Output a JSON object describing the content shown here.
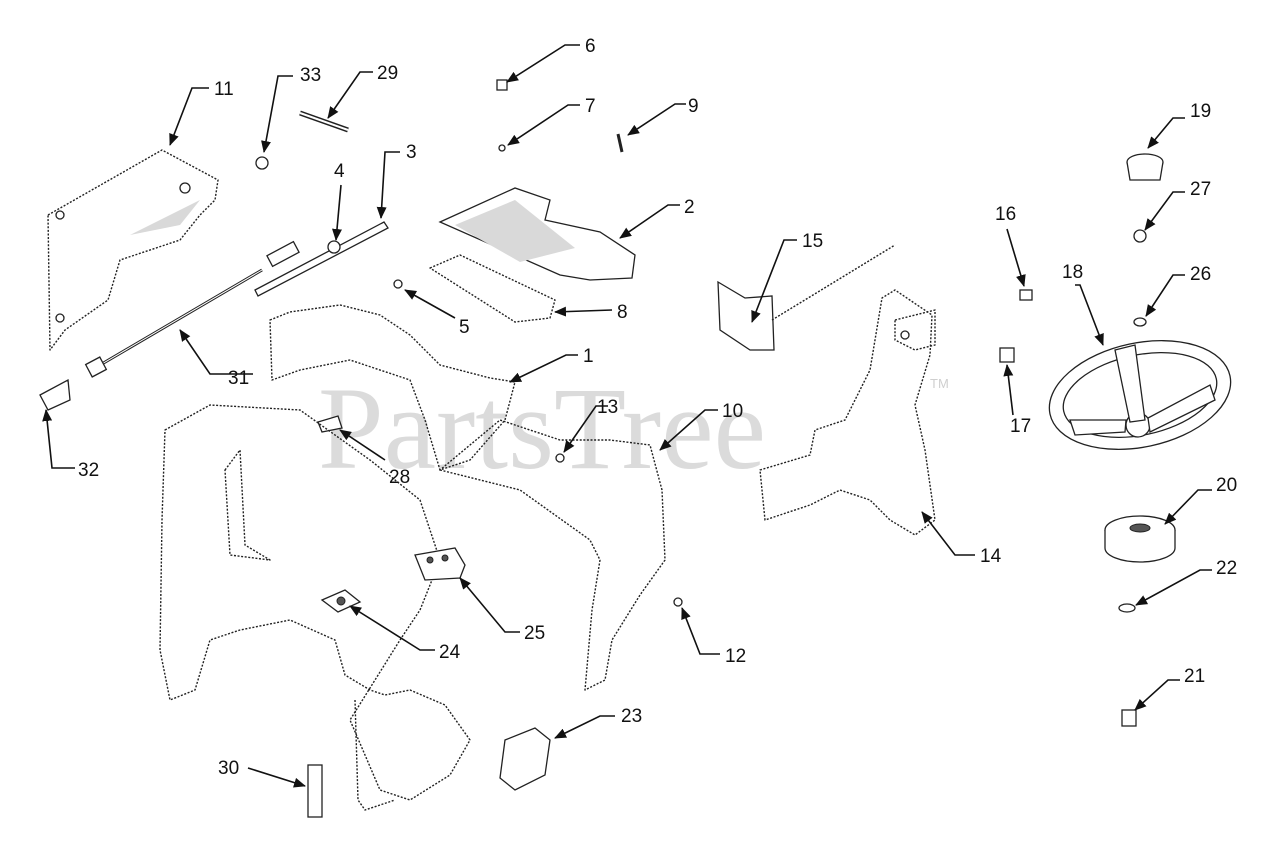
{
  "watermark": {
    "text": "PartsTree",
    "trademark": "TM"
  },
  "callouts": [
    "1",
    "2",
    "3",
    "4",
    "5",
    "6",
    "7",
    "8",
    "9",
    "10",
    "11",
    "12",
    "13",
    "14",
    "15",
    "16",
    "17",
    "18",
    "19",
    "20",
    "21",
    "22",
    "23",
    "24",
    "25",
    "26",
    "27",
    "28",
    "29",
    "30",
    "31",
    "32",
    "33"
  ]
}
